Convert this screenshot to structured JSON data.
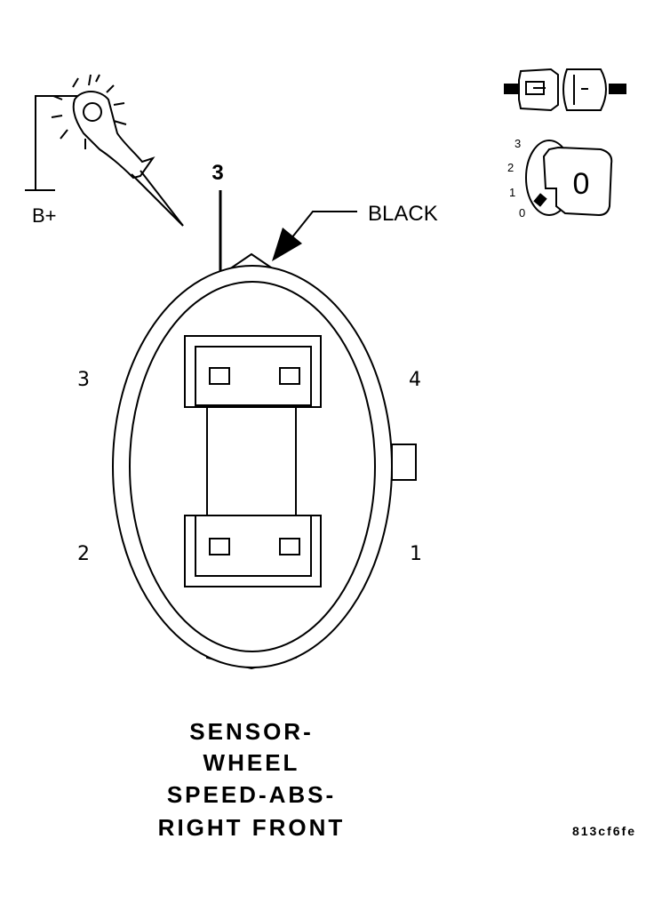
{
  "test_light": {
    "label": "B+",
    "icon": "test-light-probe-icon"
  },
  "connector_icon": {
    "icon": "connector-disconnected-icon"
  },
  "ignition": {
    "icon": "ignition-key-icon",
    "positions": [
      "3",
      "2",
      "1",
      "0"
    ],
    "key_label": "0"
  },
  "pointer": {
    "label": "3"
  },
  "wire_color": {
    "label": "BLACK"
  },
  "pins": {
    "top_left": "3",
    "top_right": "4",
    "bottom_left": "2",
    "bottom_right": "1"
  },
  "title_lines": [
    "SENSOR-",
    "WHEEL",
    "SPEED-ABS-",
    "RIGHT FRONT"
  ],
  "figure_code": "813cf6fe"
}
